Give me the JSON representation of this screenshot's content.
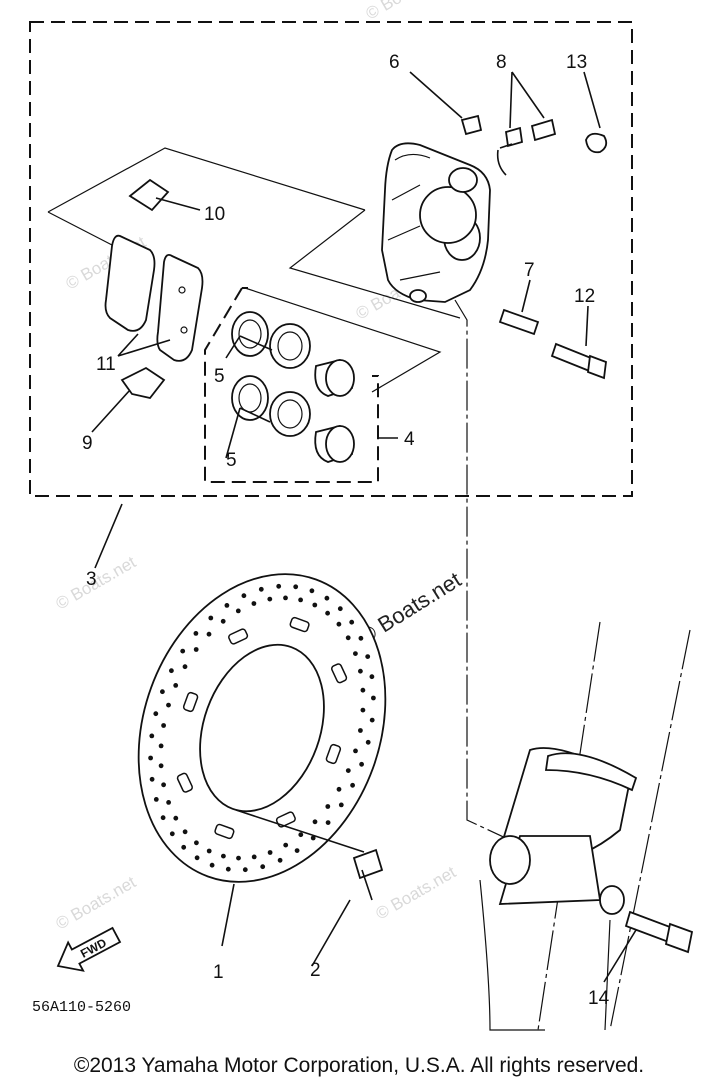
{
  "diagram": {
    "callouts": {
      "c1": "1",
      "c2": "2",
      "c3": "3",
      "c4": "4",
      "c5a": "5",
      "c5b": "5",
      "c6": "6",
      "c7": "7",
      "c8": "8",
      "c9": "9",
      "c10": "10",
      "c11": "11",
      "c12": "12",
      "c13": "13",
      "c14": "14"
    },
    "watermark": "© Boats.net",
    "fwd_label": "FWD",
    "figure_code": "56A110-5260"
  },
  "footer": {
    "copyright": "©2013 Yamaha Motor Corporation, U.S.A. All rights reserved."
  }
}
